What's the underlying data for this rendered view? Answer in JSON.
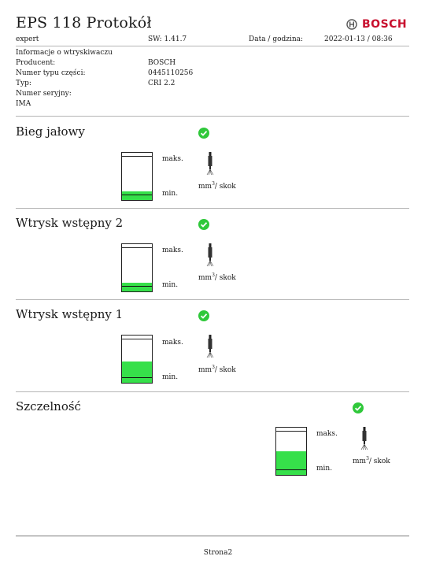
{
  "header": {
    "title": "EPS 118 Protokół",
    "brand": "BOSCH",
    "user": "expert",
    "sw": "SW: 1.41.7",
    "date_label": "Data / godzina:",
    "date_value": "2022-01-13 / 08:36"
  },
  "injector_info": {
    "heading": "Informacje o wtryskiwaczu",
    "fields": [
      {
        "label": "Producent:",
        "value": "BOSCH"
      },
      {
        "label": "Numer typu części:",
        "value": "0445110256"
      },
      {
        "label": "Typ:",
        "value": "CRI 2.2"
      },
      {
        "label": "Numer seryjny:",
        "value": ""
      },
      {
        "label": "IMA",
        "value": ""
      }
    ]
  },
  "sections": [
    {
      "title": "Bieg jałowy",
      "fill_fraction": 0.18,
      "max_label": "maks.",
      "min_label": "min.",
      "unit": "mm",
      "unit_sup": "3",
      "unit_suffix": "/ skok"
    },
    {
      "title": "Wtrysk wstępny 2",
      "fill_fraction": 0.18,
      "max_label": "maks.",
      "min_label": "min.",
      "unit": "mm",
      "unit_sup": "3",
      "unit_suffix": "/ skok"
    },
    {
      "title": "Wtrysk wstępny 1",
      "fill_fraction": 0.45,
      "max_label": "maks.",
      "min_label": "min.",
      "unit": "mm",
      "unit_sup": "3",
      "unit_suffix": "/ skok"
    },
    {
      "title": "Szczelność",
      "fill_fraction": 0.5,
      "max_label": "maks.",
      "min_label": "min.",
      "unit": "mm",
      "unit_sup": "3",
      "unit_suffix": "/ skok"
    }
  ],
  "footer": {
    "page": "Strona2"
  },
  "colors": {
    "ok_green": "#2fc83a",
    "fill_green": "#36e04a",
    "brand_red": "#c8102e"
  }
}
